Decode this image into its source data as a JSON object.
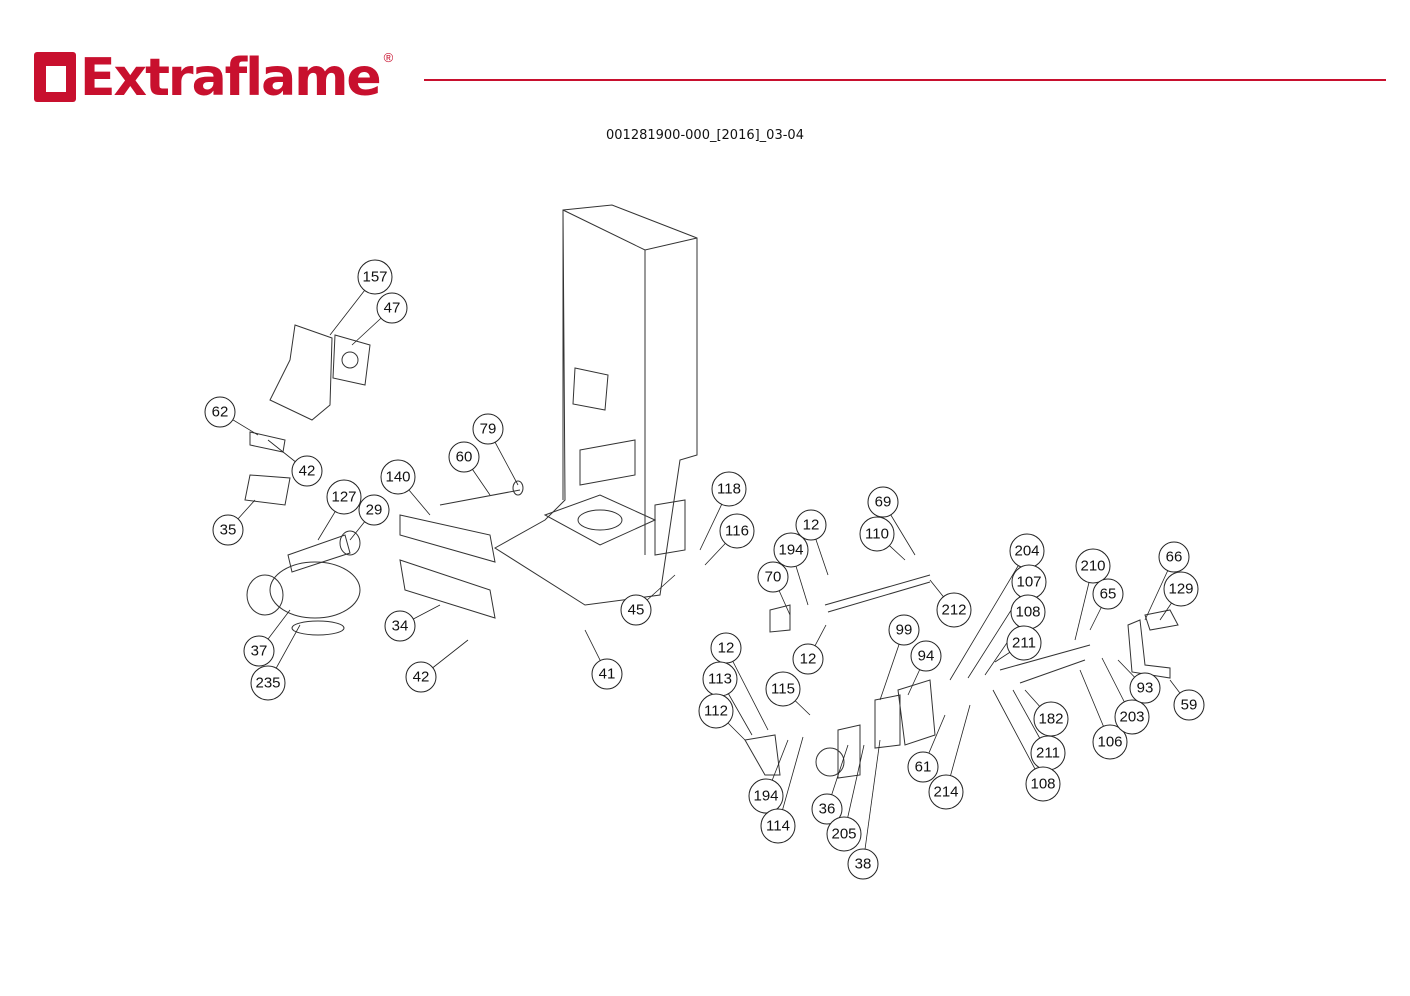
{
  "header": {
    "brand": "Extraflame",
    "registered_mark": "®",
    "document_code": "001281900-000_[2016]_03-04"
  },
  "callouts": [
    "157",
    "47",
    "62",
    "42",
    "35",
    "127",
    "29",
    "140",
    "60",
    "79",
    "118",
    "116",
    "45",
    "34",
    "42",
    "41",
    "37",
    "235",
    "12",
    "194",
    "70",
    "69",
    "110",
    "212",
    "12",
    "12",
    "113",
    "112",
    "115",
    "194",
    "114",
    "36",
    "205",
    "38",
    "99",
    "94",
    "61",
    "214",
    "204",
    "107",
    "108",
    "211",
    "182",
    "211",
    "108",
    "210",
    "65",
    "106",
    "203",
    "93",
    "66",
    "129",
    "59"
  ]
}
